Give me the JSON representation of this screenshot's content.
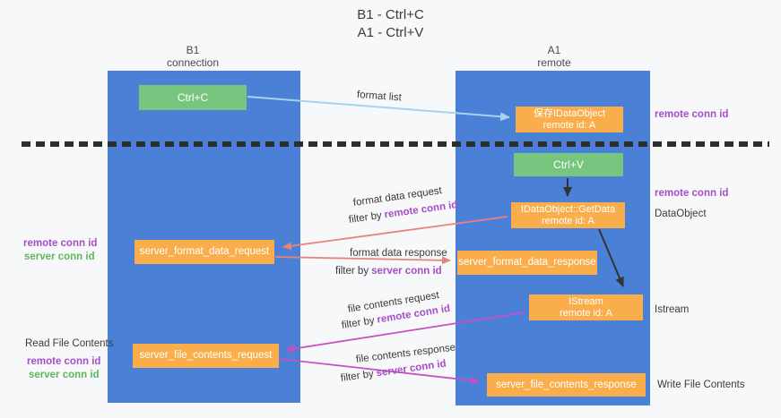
{
  "title": {
    "line1": "B1 - Ctrl+C",
    "line2": "A1 - Ctrl+V"
  },
  "columns": {
    "left": {
      "name": "B1",
      "role": "connection"
    },
    "right": {
      "name": "A1",
      "role": "remote"
    }
  },
  "nodes": {
    "ctrl_c": {
      "label": "Ctrl+C"
    },
    "ctrl_v": {
      "label": "Ctrl+V"
    },
    "save_dataobject": {
      "line1": "保存IDataObject",
      "line2": "remote id: A"
    },
    "getdata": {
      "line1": "IDataObject::GetData",
      "line2": "remote id: A"
    },
    "istream": {
      "line1": "IStream",
      "line2": "remote id: A"
    },
    "server_format_data_request": {
      "label": "server_format_data_request"
    },
    "server_format_data_response": {
      "label": "server_format_data_response"
    },
    "server_file_contents_request": {
      "label": "server_file_contents_request"
    },
    "server_file_contents_response": {
      "label": "server_file_contents_response"
    }
  },
  "edges": {
    "format_list": "format list",
    "format_data_request": "format data request",
    "format_data_response": "format data response",
    "file_contents_request": "file contents request",
    "file_contents_response": "file contents response",
    "filter_by": "filter by",
    "remote_conn_id": "remote conn id",
    "server_conn_id": "server conn id"
  },
  "annotations": {
    "right_remote_conn_id_top": "remote conn id",
    "right_remote_conn_id_mid": "remote conn id",
    "dataobject": "DataObject",
    "istream": "Istream",
    "write_file_contents": "Write File Contents",
    "left_remote_conn_id_mid": "remote conn id",
    "left_server_conn_id_mid": "server conn id",
    "read_file_contents": "Read File Contents",
    "left_remote_conn_id_bottom": "remote conn id",
    "left_server_conn_id_bottom": "server conn id"
  },
  "colors": {
    "lane_blue": "#4a80d6",
    "node_orange": "#f9ae4b",
    "node_green": "#77c57e",
    "arrow_salmon": "#e8837c",
    "arrow_magenta": "#c94ec4",
    "arrow_lightblue": "#a9d2f0",
    "arrow_black": "#333333",
    "conn_id_purple": "#a64dc8",
    "conn_id_green": "#5cb85f",
    "background": "#f7f8f9"
  }
}
